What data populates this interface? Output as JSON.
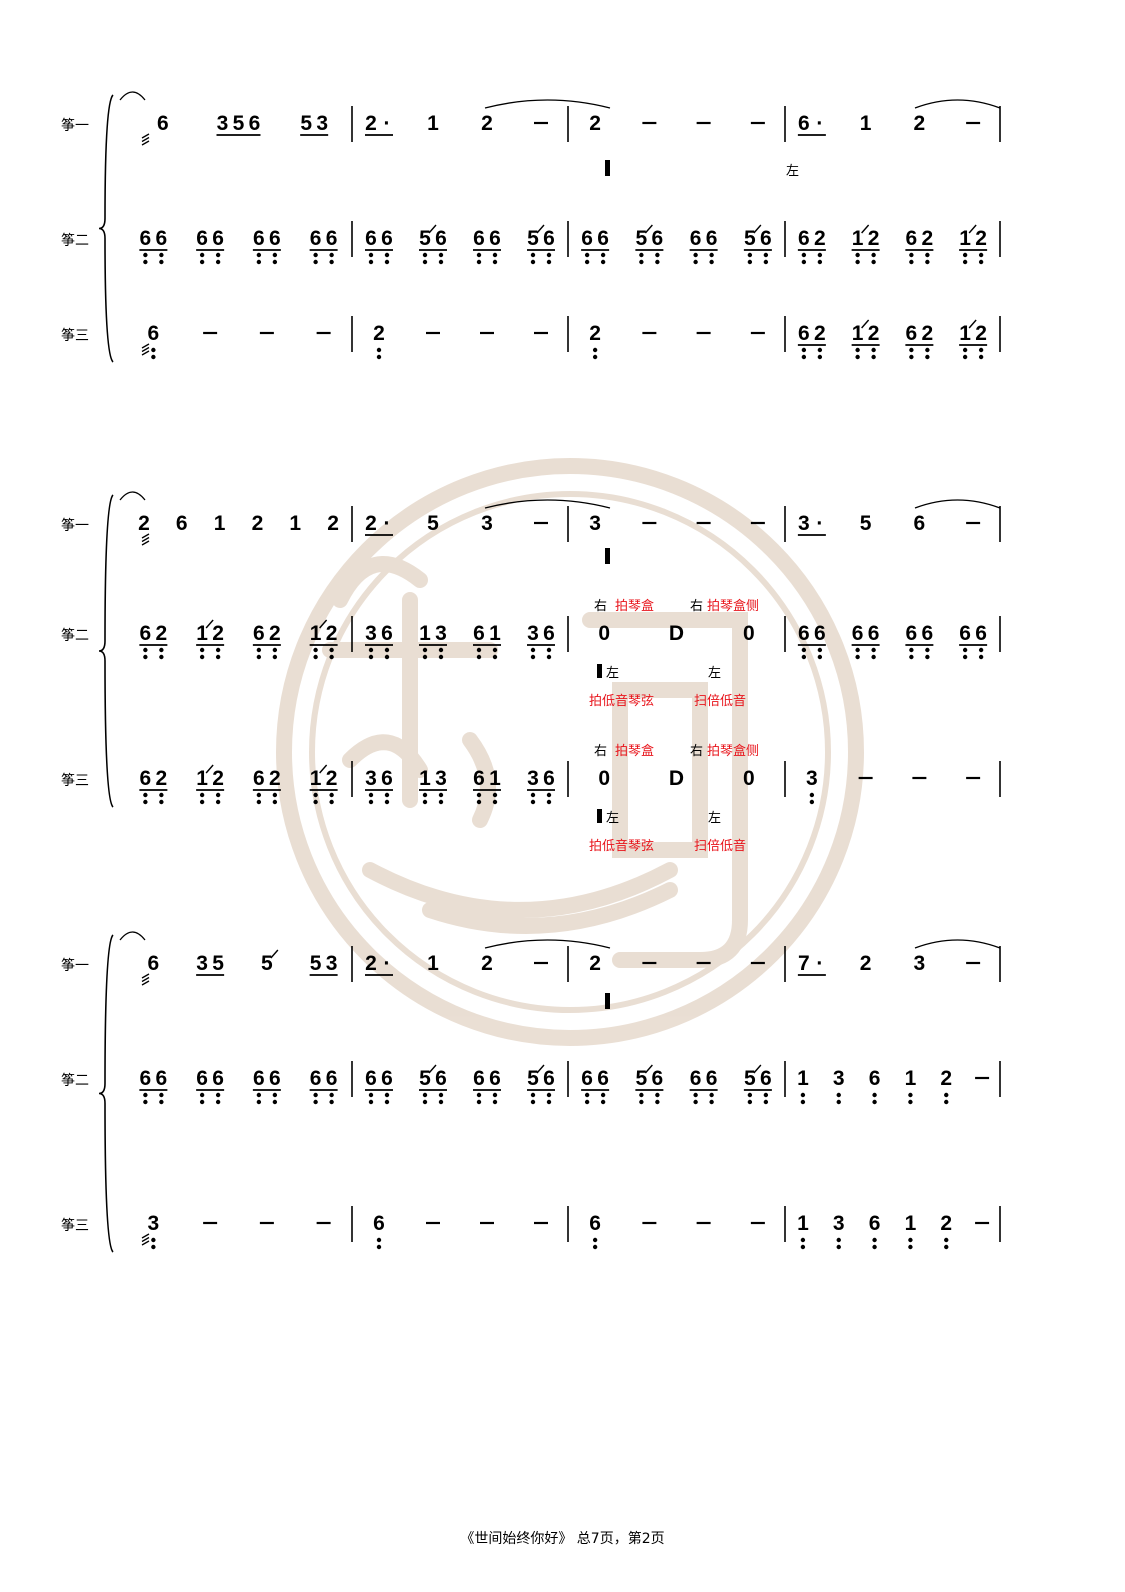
{
  "parts": [
    "筝一",
    "筝二",
    "筝三"
  ],
  "techniques": {
    "right_hand": "右",
    "left_hand": "左",
    "pat_box": "拍琴盒",
    "pat_box_side": "拍琴盒侧",
    "pat_low_string": "拍低音琴弦",
    "sweep_octave_low": "扫倍低音"
  },
  "colors": {
    "technique_text": "#e8141b",
    "watermark": "#e6d9cc"
  },
  "systems": [
    {
      "zheng1": [
        "6 3̤5̤6 5̤3̤",
        "2· 1 2 –",
        "2 – – –",
        "6· 1 2 –"
      ],
      "zheng2": [
        "66 66 66 66",
        "66 5'6 66 5'6",
        "66 5'6 66 5'6",
        "62 1'2 62 1'2"
      ],
      "zheng3": [
        "6 – – –",
        "2 – – –",
        "2 – – –",
        "62 1'2 62 1'2"
      ]
    },
    {
      "zheng1": [
        "2 6 1 2 1 2",
        "2· 5 3 –",
        "3 – – –",
        "3· 5 6 –"
      ],
      "zheng2": [
        "62 1'2 62 1'2",
        "36 13 61 36",
        "0 D 0",
        "66 66 66 66"
      ],
      "zheng3": [
        "62 1'2 62 1'2",
        "36 13 61 36",
        "0 D 0",
        "3 – – –"
      ]
    },
    {
      "zheng1": [
        "6 35 5' 53",
        "2· 1 2 –",
        "2 – – –",
        "7· 2 3 –"
      ],
      "zheng2": [
        "66 66 66 66",
        "66 5'6 66 5'6",
        "66 5'6 66 5'6",
        "1 3 6 1 2 –"
      ],
      "zheng3": [
        "3 – – –",
        "6 – – –",
        "6 – – –",
        "1 3 6 1 2 –"
      ]
    }
  ],
  "footer": "《世间始终你好》 总7页，第2页"
}
